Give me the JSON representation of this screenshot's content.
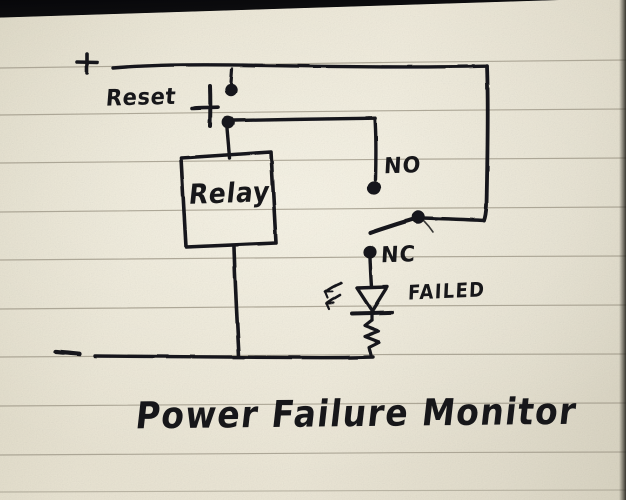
{
  "document": {
    "medium": "hand-drawn pencil/pen sketch on ruled notebook paper",
    "title": "Power Failure Monitor",
    "title_position": "bottom center"
  },
  "paper": {
    "background_color": "#e6e1d0",
    "rule_line_color": "#a8a292",
    "ink_color": "#17171a",
    "rule_count": 10
  },
  "circuit": {
    "name": "Power Failure Monitor",
    "terminals": [
      {
        "id": "positive",
        "label": "+",
        "position": "top-left rail"
      },
      {
        "id": "negative",
        "label": "−",
        "position": "bottom-left rail"
      }
    ],
    "components": [
      {
        "id": "reset-switch",
        "label": "Reset",
        "type": "pushbutton-switch-normally-open",
        "notes": "momentary pushbutton across the relay coil latch path"
      },
      {
        "id": "relay",
        "label": "Relay",
        "type": "relay-coil-box",
        "notes": "coil box with top terminal to reset node and bottom terminal to negative rail"
      },
      {
        "id": "contact-no",
        "label": "NO",
        "type": "relay-contact-normally-open"
      },
      {
        "id": "contact-nc",
        "label": "NC",
        "type": "relay-contact-normally-closed"
      },
      {
        "id": "contact-common",
        "label": "",
        "type": "relay-contact-common-pole",
        "notes": "pole arm fed from the positive rail via right-hand vertical wire"
      },
      {
        "id": "led-failed",
        "label": "FAILED",
        "type": "led-indicator",
        "notes": "triangle with cathode bar and two emission arrows; lights when relay drops out"
      },
      {
        "id": "resistor",
        "label": "",
        "type": "resistor-zigzag",
        "notes": "series current-limiting resistor between LED cathode and negative rail"
      }
    ],
    "labels": {
      "reset": "Reset",
      "relay": "Relay",
      "normally_open": "NO",
      "normally_closed": "NC",
      "failed": "FAILED",
      "plus": "+",
      "minus": "−"
    }
  }
}
